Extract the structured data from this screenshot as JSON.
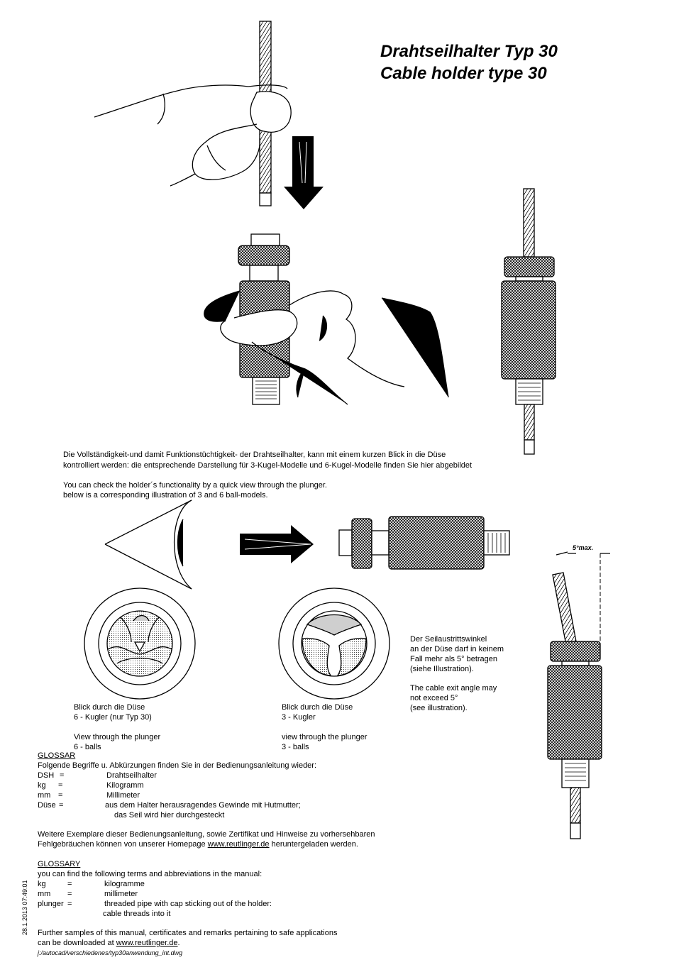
{
  "title": {
    "line1": "Drahtseilhalter Typ 30",
    "line2": "Cable holder type 30"
  },
  "intro": {
    "de1": "Die Vollständigkeit-und damit Funktionstüchtigkeit- der Drahtseilhalter, kann mit einem kurzen Blick in die Düse",
    "de2": "kontrolliert werden: die entsprechende Darstellung für 3-Kugel-Modelle und 6-Kugel-Modelle finden Sie hier abgebildet",
    "en1": "You can check the holder´s functionality by a quick view through the plunger.",
    "en2": "below is a corresponding illustration of 3 and 6 ball-models."
  },
  "angle_label": "5°max.",
  "angle_note": {
    "de1": "Der Seilaustrittswinkel",
    "de2": "an der Düse darf in keinem",
    "de3": "Fall mehr als 5° betragen",
    "de4": "(siehe Illustration).",
    "en1": "The cable exit angle may",
    "en2": "not exceed 5°",
    "en3": "(see illustration)."
  },
  "captions": {
    "six": {
      "de1": "Blick durch die Düse",
      "de2": "6 - Kugler (nur Typ 30)",
      "en1": "View through the plunger",
      "en2": "6 - balls"
    },
    "three": {
      "de1": "Blick durch die Düse",
      "de2": "3 - Kugler",
      "en1": "view through the plunger",
      "en2": "3 - balls"
    }
  },
  "glossar_de": {
    "heading": "GLOSSAR",
    "intro": "Folgende Begriffe u. Abkürzungen finden Sie in der  Bedienungsanleitung wieder:",
    "rows": [
      {
        "term": "DSH",
        "eq": "=",
        "def": "Drahtseilhalter"
      },
      {
        "term": "kg",
        "eq": "=",
        "def": "Kilogramm"
      },
      {
        "term": "mm",
        "eq": "=",
        "def": "Millimeter"
      },
      {
        "term": "Düse",
        "eq": "=",
        "def": "aus dem Halter herausragendes Gewinde mit Hutmutter;"
      }
    ],
    "def_cont": "das Seil wird hier durchgesteckt",
    "more1": "Weitere Exemplare dieser Bedienungsanleitung, sowie Zertifikat und Hinweise zu vorhersehbaren",
    "more2_pre": "Fehlgebräuchen können von unserer Homepage ",
    "more2_link": "www.reutlinger.de",
    "more2_post": " heruntergeladen werden."
  },
  "glossary_en": {
    "heading": "GLOSSARY",
    "intro": "you can find the following terms and abbreviations in the manual:",
    "rows": [
      {
        "term": "kg",
        "eq": "=",
        "def": "kilogramme"
      },
      {
        "term": "mm",
        "eq": "=",
        "def": "millimeter"
      },
      {
        "term": "plunger",
        "eq": "=",
        "def": "threaded pipe with cap sticking out of the holder:"
      }
    ],
    "def_cont": "cable threads into it",
    "more1": "Further samples of this manual, certificates and remarks pertaining to safe applications",
    "more2_pre": "can be downloaded at ",
    "more2_link": "www.reutlinger.de",
    "more2_post": "."
  },
  "footer": {
    "path": "j:/autocad/verschiedenes/typ30anwendung_int.dwg",
    "stamp": "28.1.2013 07:49:01"
  }
}
